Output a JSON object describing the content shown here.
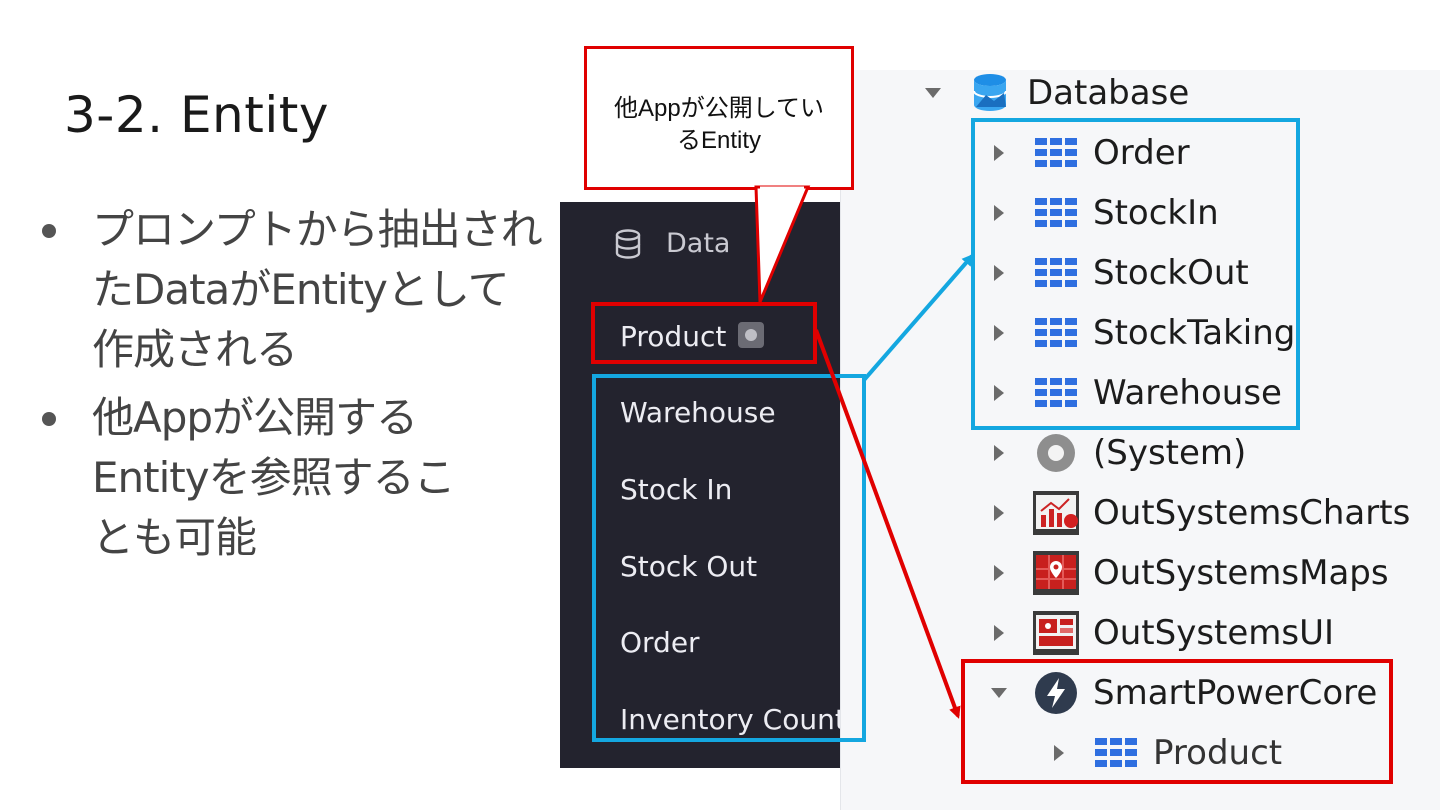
{
  "slide": {
    "title": "3-2. Entity",
    "bullets": [
      {
        "lines": [
          "プロンプトから抽出され",
          "たDataがEntityとして",
          "作成される"
        ]
      },
      {
        "lines": [
          "他Appが公開する",
          "Entityを参照するこ",
          "とも可能"
        ]
      }
    ]
  },
  "callout": {
    "lines": [
      "他Appが公開してい",
      "るEntity"
    ]
  },
  "data_panel": {
    "section_label": "Data",
    "section_icon": "database-icon",
    "items": [
      {
        "label": "Product",
        "badge": "external-entity-icon"
      },
      {
        "label": "Warehouse"
      },
      {
        "label": "Stock In"
      },
      {
        "label": "Stock Out"
      },
      {
        "label": "Order"
      },
      {
        "label": "Inventory Count"
      }
    ]
  },
  "tree": {
    "root": {
      "label": "Database",
      "icon": "database-icon",
      "expanded": true
    },
    "entities": [
      {
        "label": "Order",
        "icon": "entity-table-icon"
      },
      {
        "label": "StockIn",
        "icon": "entity-table-icon"
      },
      {
        "label": "StockOut",
        "icon": "entity-table-icon"
      },
      {
        "label": "StockTaking",
        "icon": "entity-table-icon"
      },
      {
        "label": "Warehouse",
        "icon": "entity-table-icon"
      }
    ],
    "modules": [
      {
        "label": "(System)",
        "icon": "system-icon"
      },
      {
        "label": "OutSystemsCharts",
        "icon": "charts-module-icon"
      },
      {
        "label": "OutSystemsMaps",
        "icon": "maps-module-icon"
      },
      {
        "label": "OutSystemsUI",
        "icon": "ui-module-icon"
      },
      {
        "label": "SmartPowerCore",
        "icon": "lightning-icon",
        "expanded": true
      }
    ],
    "sub_entity": {
      "label": "Product",
      "icon": "entity-table-icon"
    }
  },
  "colors": {
    "highlight_red": "#e00000",
    "highlight_blue": "#14a7e0",
    "dark_panel_bg": "#23232e",
    "entity_icon_blue": "#2f6fe0",
    "database_icon_blue": "#1e8ee6"
  }
}
